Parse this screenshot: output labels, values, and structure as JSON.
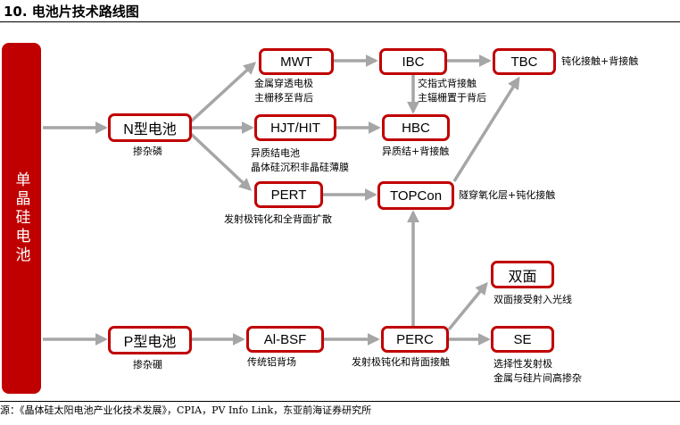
{
  "title": "10. 电池片技术路线图",
  "source": "源：《晶体硅太阳电池产业化技术发展》，CPIA，PV Info Link，东亚前海证券研究所",
  "left_bar": "单晶硅电池",
  "nodes": {
    "n_type": "N型电池",
    "p_type": "P型电池",
    "mwt": "MWT",
    "hjt": "HJT/HIT",
    "pert": "PERT",
    "ibc": "IBC",
    "hbc": "HBC",
    "topcon": "TOPCon",
    "tbc": "TBC",
    "albsf": "Al-BSF",
    "perc": "PERC",
    "bifacial": "双面",
    "se": "SE"
  },
  "notes": {
    "n_type": "掺杂磷",
    "mwt_1": "金属穿透电极",
    "mwt_2": "主栅移至背后",
    "hjt_1": "异质结电池",
    "hjt_2": "晶体硅沉积非晶硅薄膜",
    "pert": "发射极钝化和全背面扩散",
    "ibc_1": "交指式背接触",
    "ibc_2": "主辐栅置于背后",
    "hbc": "异质结+背接触",
    "topcon": "隧穿氧化层+钝化接触",
    "tbc": "钝化接触+背接触",
    "p_type": "掺杂硼",
    "albsf": "传统铝背场",
    "perc": "发射极钝化和背面接触",
    "bifacial": "双面接受射入光线",
    "se_1": "选择性发射极",
    "se_2": "金属与硅片间高掺杂"
  },
  "colors": {
    "node_border": "#c00000",
    "left_bar": "#c00000",
    "arrow": "#a6a6a6"
  }
}
